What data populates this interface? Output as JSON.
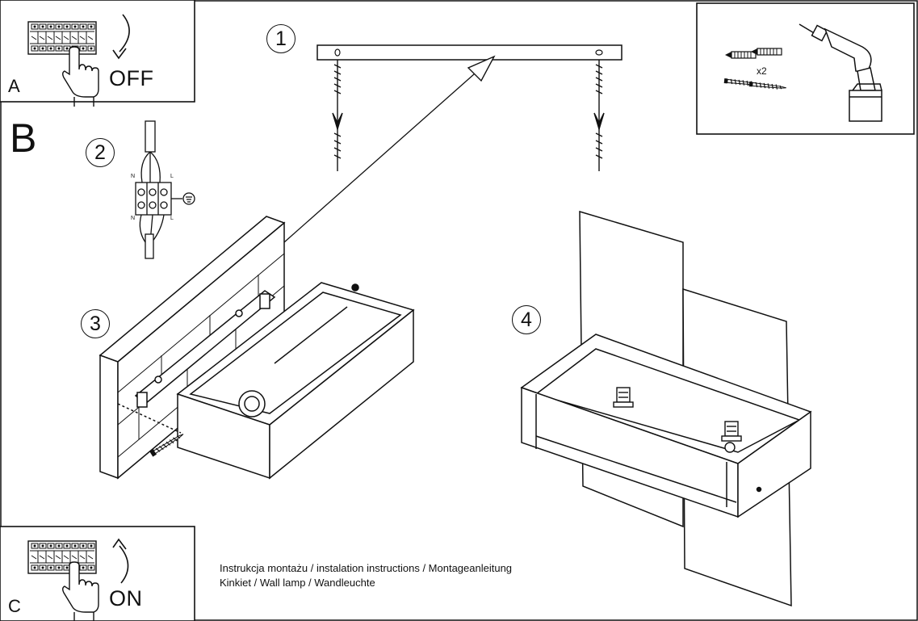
{
  "panels": {
    "a": {
      "letter": "A",
      "state": "OFF"
    },
    "b": {
      "letter": "B"
    },
    "c": {
      "letter": "C",
      "state": "ON"
    }
  },
  "steps": [
    "1",
    "2",
    "3",
    "4"
  ],
  "fixings": {
    "quantity": "x2"
  },
  "wiring": {
    "terminal_labels": [
      "N",
      "L",
      "N",
      "L"
    ]
  },
  "caption": {
    "line1": "Instrukcja montażu / instalation instructions / Montageanleitung",
    "line2": "Kinkiet / Wall lamp / Wandleuchte"
  },
  "icons": [
    "circuit-breaker-icon",
    "hand-icon",
    "arrow-down-icon",
    "arrow-up-icon",
    "wall-plug-icon",
    "screw-icon",
    "drill-icon",
    "ground-icon"
  ]
}
